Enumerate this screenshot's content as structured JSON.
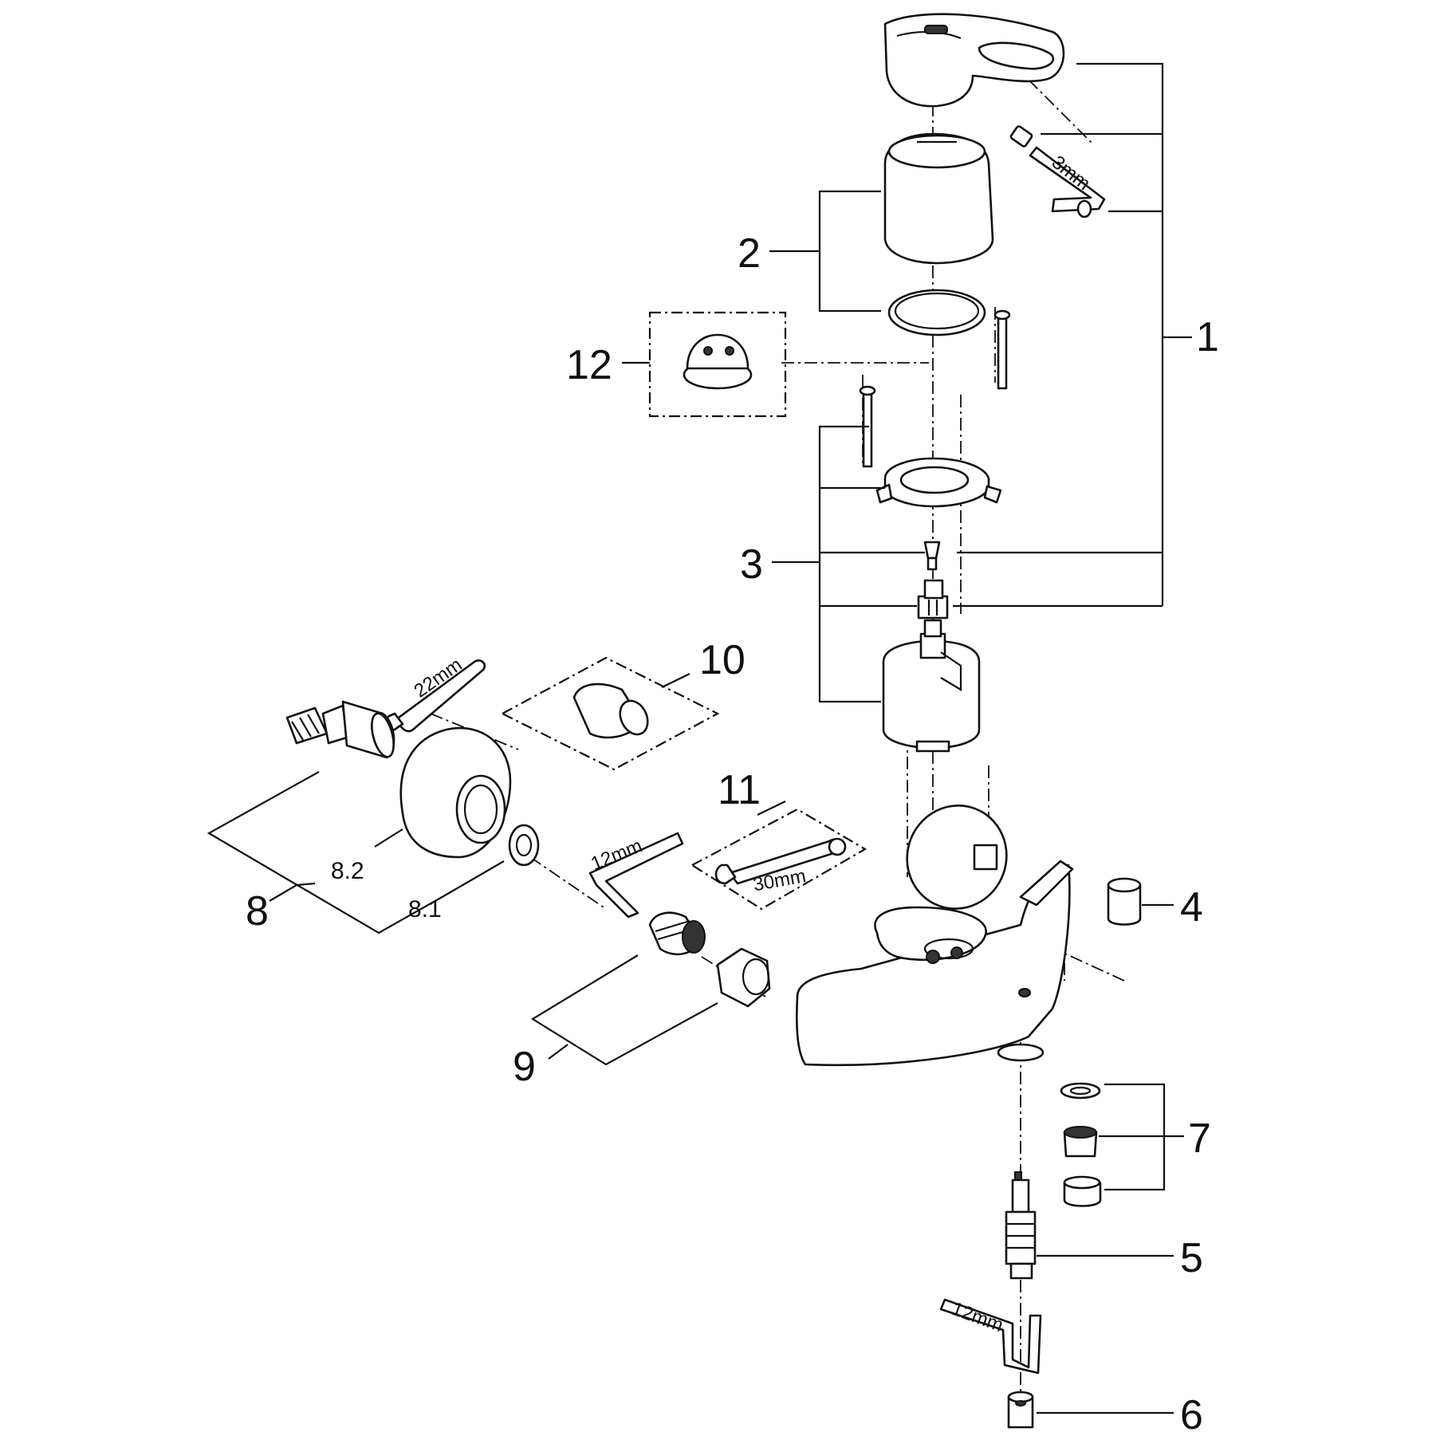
{
  "diagram": {
    "callouts": [
      {
        "id": "1",
        "text": "1"
      },
      {
        "id": "2",
        "text": "2"
      },
      {
        "id": "3",
        "text": "3"
      },
      {
        "id": "4",
        "text": "4"
      },
      {
        "id": "5",
        "text": "5"
      },
      {
        "id": "6",
        "text": "6"
      },
      {
        "id": "7",
        "text": "7"
      },
      {
        "id": "8",
        "text": "8"
      },
      {
        "id": "8.1",
        "text": "8.1"
      },
      {
        "id": "8.2",
        "text": "8.2"
      },
      {
        "id": "9",
        "text": "9"
      },
      {
        "id": "10",
        "text": "10"
      },
      {
        "id": "11",
        "text": "11"
      },
      {
        "id": "12",
        "text": "12"
      }
    ],
    "tool_sizes": {
      "hex_key_top": "3mm",
      "wrench_adapter": "22mm",
      "hex_key_middle": "12mm",
      "spanner": "30mm",
      "hex_key_bottom": "12mm"
    }
  }
}
